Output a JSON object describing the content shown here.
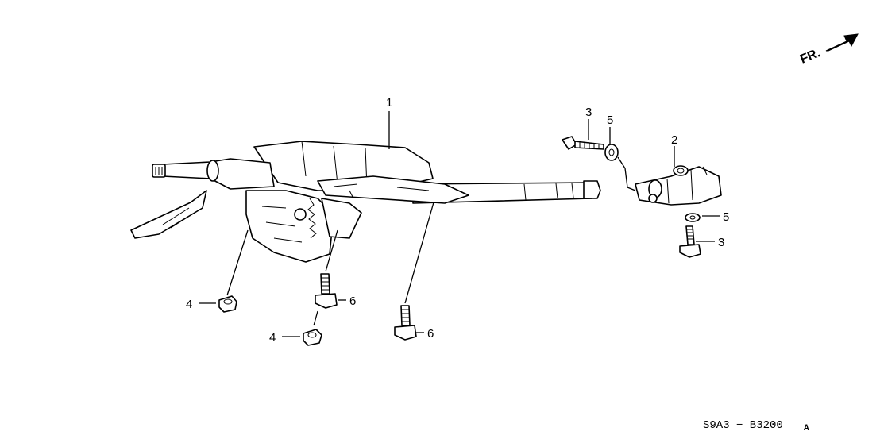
{
  "diagram": {
    "direction_label": "FR.",
    "diagram_code": "S9A3 − B3200",
    "diagram_code_suffix": "A",
    "callouts": [
      {
        "id": "c1",
        "label": "1"
      },
      {
        "id": "c2",
        "label": "2"
      },
      {
        "id": "c3a",
        "label": "3"
      },
      {
        "id": "c3b",
        "label": "3"
      },
      {
        "id": "c4a",
        "label": "4"
      },
      {
        "id": "c4b",
        "label": "4"
      },
      {
        "id": "c5a",
        "label": "5"
      },
      {
        "id": "c5b",
        "label": "5"
      },
      {
        "id": "c6a",
        "label": "6"
      },
      {
        "id": "c6b",
        "label": "6"
      }
    ],
    "parts": [
      {
        "id": "steering-column",
        "icon": "steering-column-assembly"
      },
      {
        "id": "joint",
        "icon": "universal-joint"
      },
      {
        "id": "bolt",
        "icon": "flange-bolt"
      },
      {
        "id": "nut",
        "icon": "flange-nut"
      },
      {
        "id": "washer",
        "icon": "washer"
      },
      {
        "id": "stud-bolt",
        "icon": "stud-bolt"
      }
    ]
  }
}
